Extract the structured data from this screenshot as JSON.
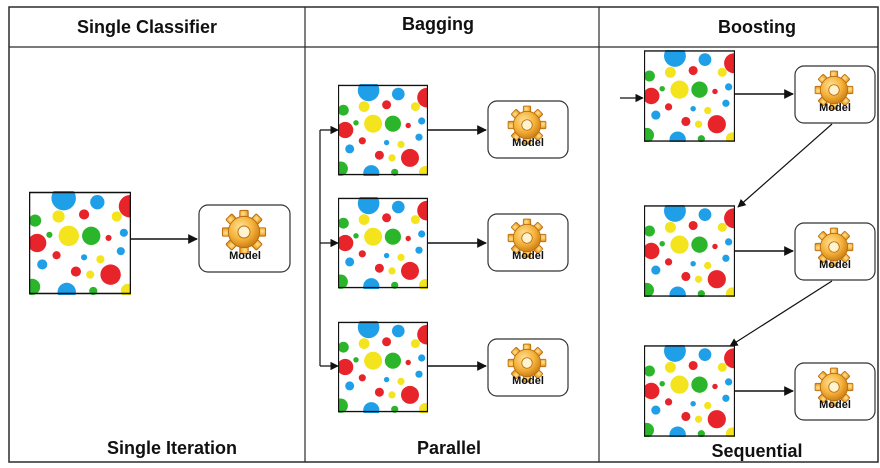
{
  "columns": [
    {
      "title": "Single Classifier",
      "caption": "Single Iteration"
    },
    {
      "title": "Bagging",
      "caption": "Parallel"
    },
    {
      "title": "Boosting",
      "caption": "Sequential"
    }
  ],
  "model_label": "Model",
  "colors": {
    "border": "#2b2b2b",
    "arrow": "#111111",
    "model_box_stroke": "#333333",
    "gear_fill": "#f0a830",
    "gear_stroke": "#b86d12",
    "dot_palette": [
      "#e8242b",
      "#1e9fe8",
      "#2bb52b",
      "#f3e41e"
    ]
  },
  "icons": {
    "gear": "gear-icon",
    "dataset": "dataset-tile"
  }
}
